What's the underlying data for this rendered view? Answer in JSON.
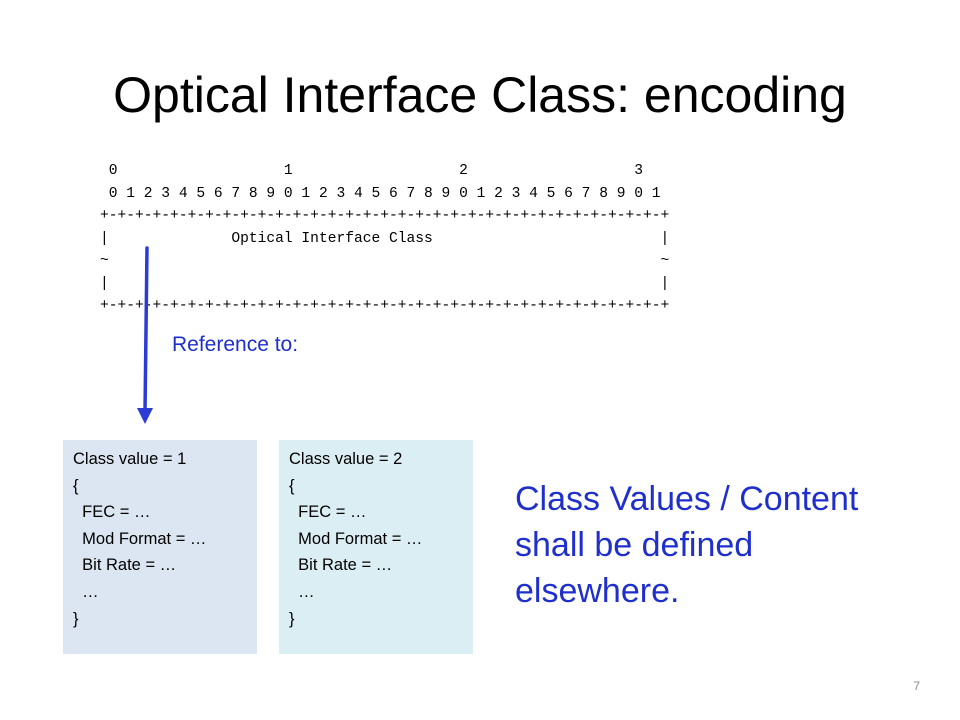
{
  "slide": {
    "title": "Optical Interface Class: encoding",
    "page_number": "7"
  },
  "diagram": {
    "lines": [
      " 0                   1                   2                   3",
      " 0 1 2 3 4 5 6 7 8 9 0 1 2 3 4 5 6 7 8 9 0 1 2 3 4 5 6 7 8 9 0 1",
      "+-+-+-+-+-+-+-+-+-+-+-+-+-+-+-+-+-+-+-+-+-+-+-+-+-+-+-+-+-+-+-+-+",
      "|              Optical Interface Class                          |",
      "~                                                               ~",
      "|                                                               |",
      "+-+-+-+-+-+-+-+-+-+-+-+-+-+-+-+-+-+-+-+-+-+-+-+-+-+-+-+-+-+-+-+-+"
    ]
  },
  "reference": {
    "label": "Reference to:"
  },
  "class_boxes": [
    {
      "lines": [
        "Class value = 1",
        "{",
        "  FEC = …",
        "  Mod Format = …",
        "  Bit Rate = …",
        "  …",
        "}"
      ]
    },
    {
      "lines": [
        "Class value = 2",
        "{",
        "  FEC = …",
        "  Mod Format = …",
        "  Bit Rate = …",
        "  …",
        "}"
      ]
    }
  ],
  "note": {
    "lines": [
      "Class Values / Content",
      "shall be defined",
      "elsewhere."
    ]
  },
  "colors": {
    "accent_blue": "#1f2fcc",
    "arrow_blue": "#2b3cd6",
    "box1_bg": "#dce6f2",
    "box2_bg": "#dbeef4"
  }
}
